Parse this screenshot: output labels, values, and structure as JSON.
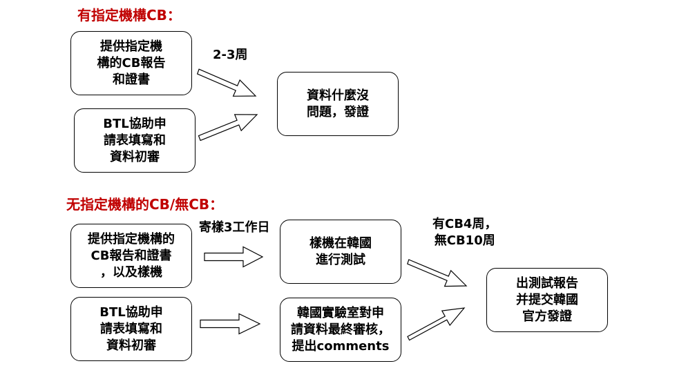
{
  "section_with_cb": {
    "heading": "有指定機構CB：",
    "box_cb_report": [
      "提供指定機",
      "構的CB報告",
      "和證書"
    ],
    "box_btl_application": [
      "BTL協助申",
      "請表填寫和",
      "資料初審"
    ],
    "arrow_label": "2-3周",
    "box_result": [
      "資料什麼沒",
      "問題，發證"
    ]
  },
  "section_without_cb": {
    "heading": "无指定機構的CB/無CB：",
    "box_cb_report_samples": [
      "提供指定機構的",
      "CB報告和證書",
      "，以及樣機"
    ],
    "box_btl_application": [
      "BTL協助申",
      "請表填寫和",
      "資料初審"
    ],
    "sample_label": "寄樣3工作日",
    "box_sample_testing": [
      "樣機在韓國",
      "進行測試"
    ],
    "box_lab_review": [
      "韓國實驗室對申",
      "請資料最終審核，",
      "提出comments"
    ],
    "duration_label": [
      "有CB4周，",
      "無CB10周"
    ],
    "box_final": [
      "出測試報告",
      "并提交韓國",
      "官方發證"
    ]
  }
}
